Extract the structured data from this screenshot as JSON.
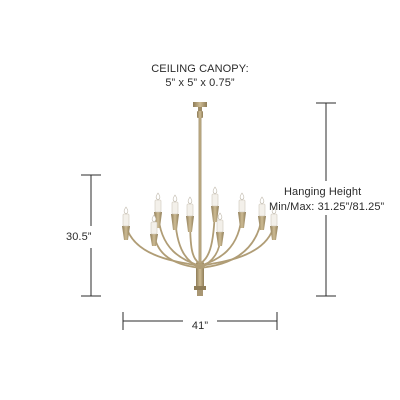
{
  "canopy": {
    "title": "CEILING CANOPY:",
    "dimensions": "5” x 5” x 0.75”"
  },
  "height": {
    "label": "30.5”"
  },
  "width": {
    "label": "41”"
  },
  "hanging": {
    "title": "Hanging Height",
    "range": "Min/Max: 31.25”/81.25”"
  },
  "colors": {
    "fixture": "#b7a47e",
    "fixture_dark": "#8f7d58",
    "candle": "#f3f0ea",
    "line": "#2b2b2b"
  }
}
